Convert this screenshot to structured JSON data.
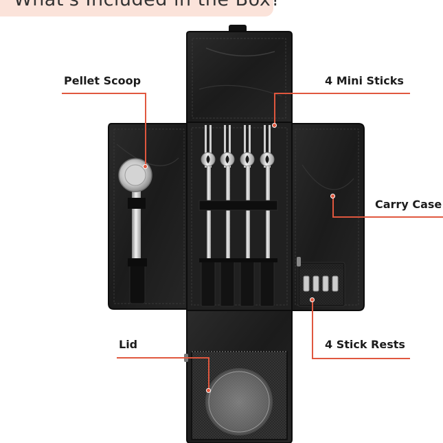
{
  "header": {
    "title": "What's Included in the Box?"
  },
  "callouts": {
    "pellet_scoop": "Pellet Scoop",
    "mini_sticks": "4 Mini Sticks",
    "carry_case": "Carry Case",
    "lid": "Lid",
    "stick_rests": "4 Stick Rests"
  },
  "colors": {
    "accent": "#e0573e",
    "title_bg": "#fbe3da",
    "case": "#1e1e1e"
  }
}
